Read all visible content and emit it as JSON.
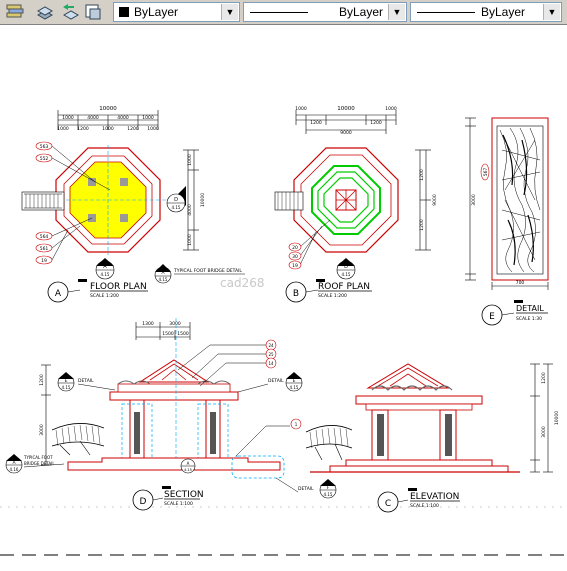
{
  "toolbar": {
    "color_combo": "ByLayer",
    "linetype_combo": "ByLayer",
    "lineweight_combo": "ByLayer",
    "combo_arrow": "▼"
  },
  "drawing": {
    "floor_plan": {
      "letter": "A",
      "title": "FLOOR PLAN",
      "scale": "SCALE     1:200"
    },
    "roof_plan": {
      "letter": "B",
      "title": "ROOF PLAN",
      "scale": "SCALE     1:200"
    },
    "detail": {
      "letter": "E",
      "title": "DETAIL",
      "scale": "SCALE    1:30"
    },
    "section": {
      "letter": "D",
      "title": "SECTION",
      "scale": "SCALE     1:100"
    },
    "elevation": {
      "letter": "C",
      "title": "ELEVATION",
      "scale": "SCALE     1:100"
    },
    "bridge_note_top": "TYPICAL FOOT BRIDGE DETAIL",
    "bridge_note_left": [
      "TYPICAL FOOT",
      "BRIDGE DETAIL"
    ],
    "detail_word": "DETAIL",
    "watermark": "cad268",
    "dims": {
      "floor_top": "10000",
      "floor_row2": [
        "1000",
        "4000",
        "4000",
        "1000"
      ],
      "floor_row3": [
        "1000",
        "1200",
        "1000",
        "1200",
        "1000"
      ],
      "roof_top": "10000",
      "roof_row2": [
        "1000",
        "1200",
        "1200",
        "1000"
      ],
      "roof_row3": "9000",
      "section_top": [
        "1300",
        "3000"
      ],
      "section_row2": [
        "1500",
        "1500"
      ],
      "detail_width": "700",
      "detail_height": "3000"
    },
    "tags": {
      "t1": "563",
      "t2": "552",
      "t3": "564",
      "t4": "561",
      "t5": "19",
      "t6": "567",
      "t7": "20",
      "t8": "30",
      "t9": "24",
      "t10": "25",
      "t11": "14",
      "t12": "1"
    },
    "refs": {
      "r1": [
        "A",
        "4.15"
      ],
      "r2": [
        "D",
        "4.15"
      ],
      "r3": [
        "A",
        "4.15"
      ],
      "r4": [
        "D",
        "4.15"
      ],
      "r5": [
        "A",
        "4.15"
      ],
      "r6": [
        "A",
        "4.16"
      ],
      "r7": [
        "E",
        "4.15"
      ],
      "r8": [
        "E",
        "4.15"
      ],
      "r9": [
        "A",
        "4.15"
      ],
      "r10": [
        "F",
        "4.15"
      ]
    }
  }
}
